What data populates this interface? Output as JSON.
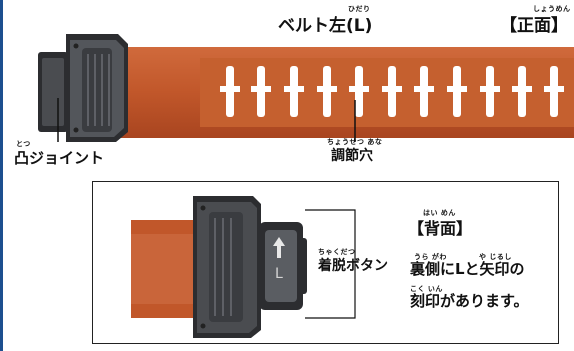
{
  "labels": {
    "belt_left": "ベルト左(L)",
    "belt_left_ruby": "ひだり",
    "front": "【正面】",
    "front_ruby": "しょうめん",
    "joint": "凸ジョイント",
    "joint_ruby": "とつ",
    "adjust_hole": "調節穴",
    "adjust_hole_ruby": "ちょうせつ あな",
    "back": "【背面】",
    "back_ruby": "はい めん",
    "release_button": "着脱ボタン",
    "release_button_ruby": "ちゃくだつ",
    "description_line1": "裏側にLと矢印の",
    "description_line1_ruby_a": "うら がわ",
    "description_line1_ruby_b": "や じるし",
    "description_line2": "刻印があります。",
    "description_line2_ruby": "こく いん",
    "engraved_letter": "L"
  },
  "colors": {
    "belt": "#c1572a",
    "belt_light": "#d8774a",
    "buckle": "#4a4c50",
    "buckle_dark": "#2c2d30",
    "accent_rule": "#1d4f8f"
  },
  "icons": {
    "engraved_arrow": "up-arrow-icon"
  }
}
